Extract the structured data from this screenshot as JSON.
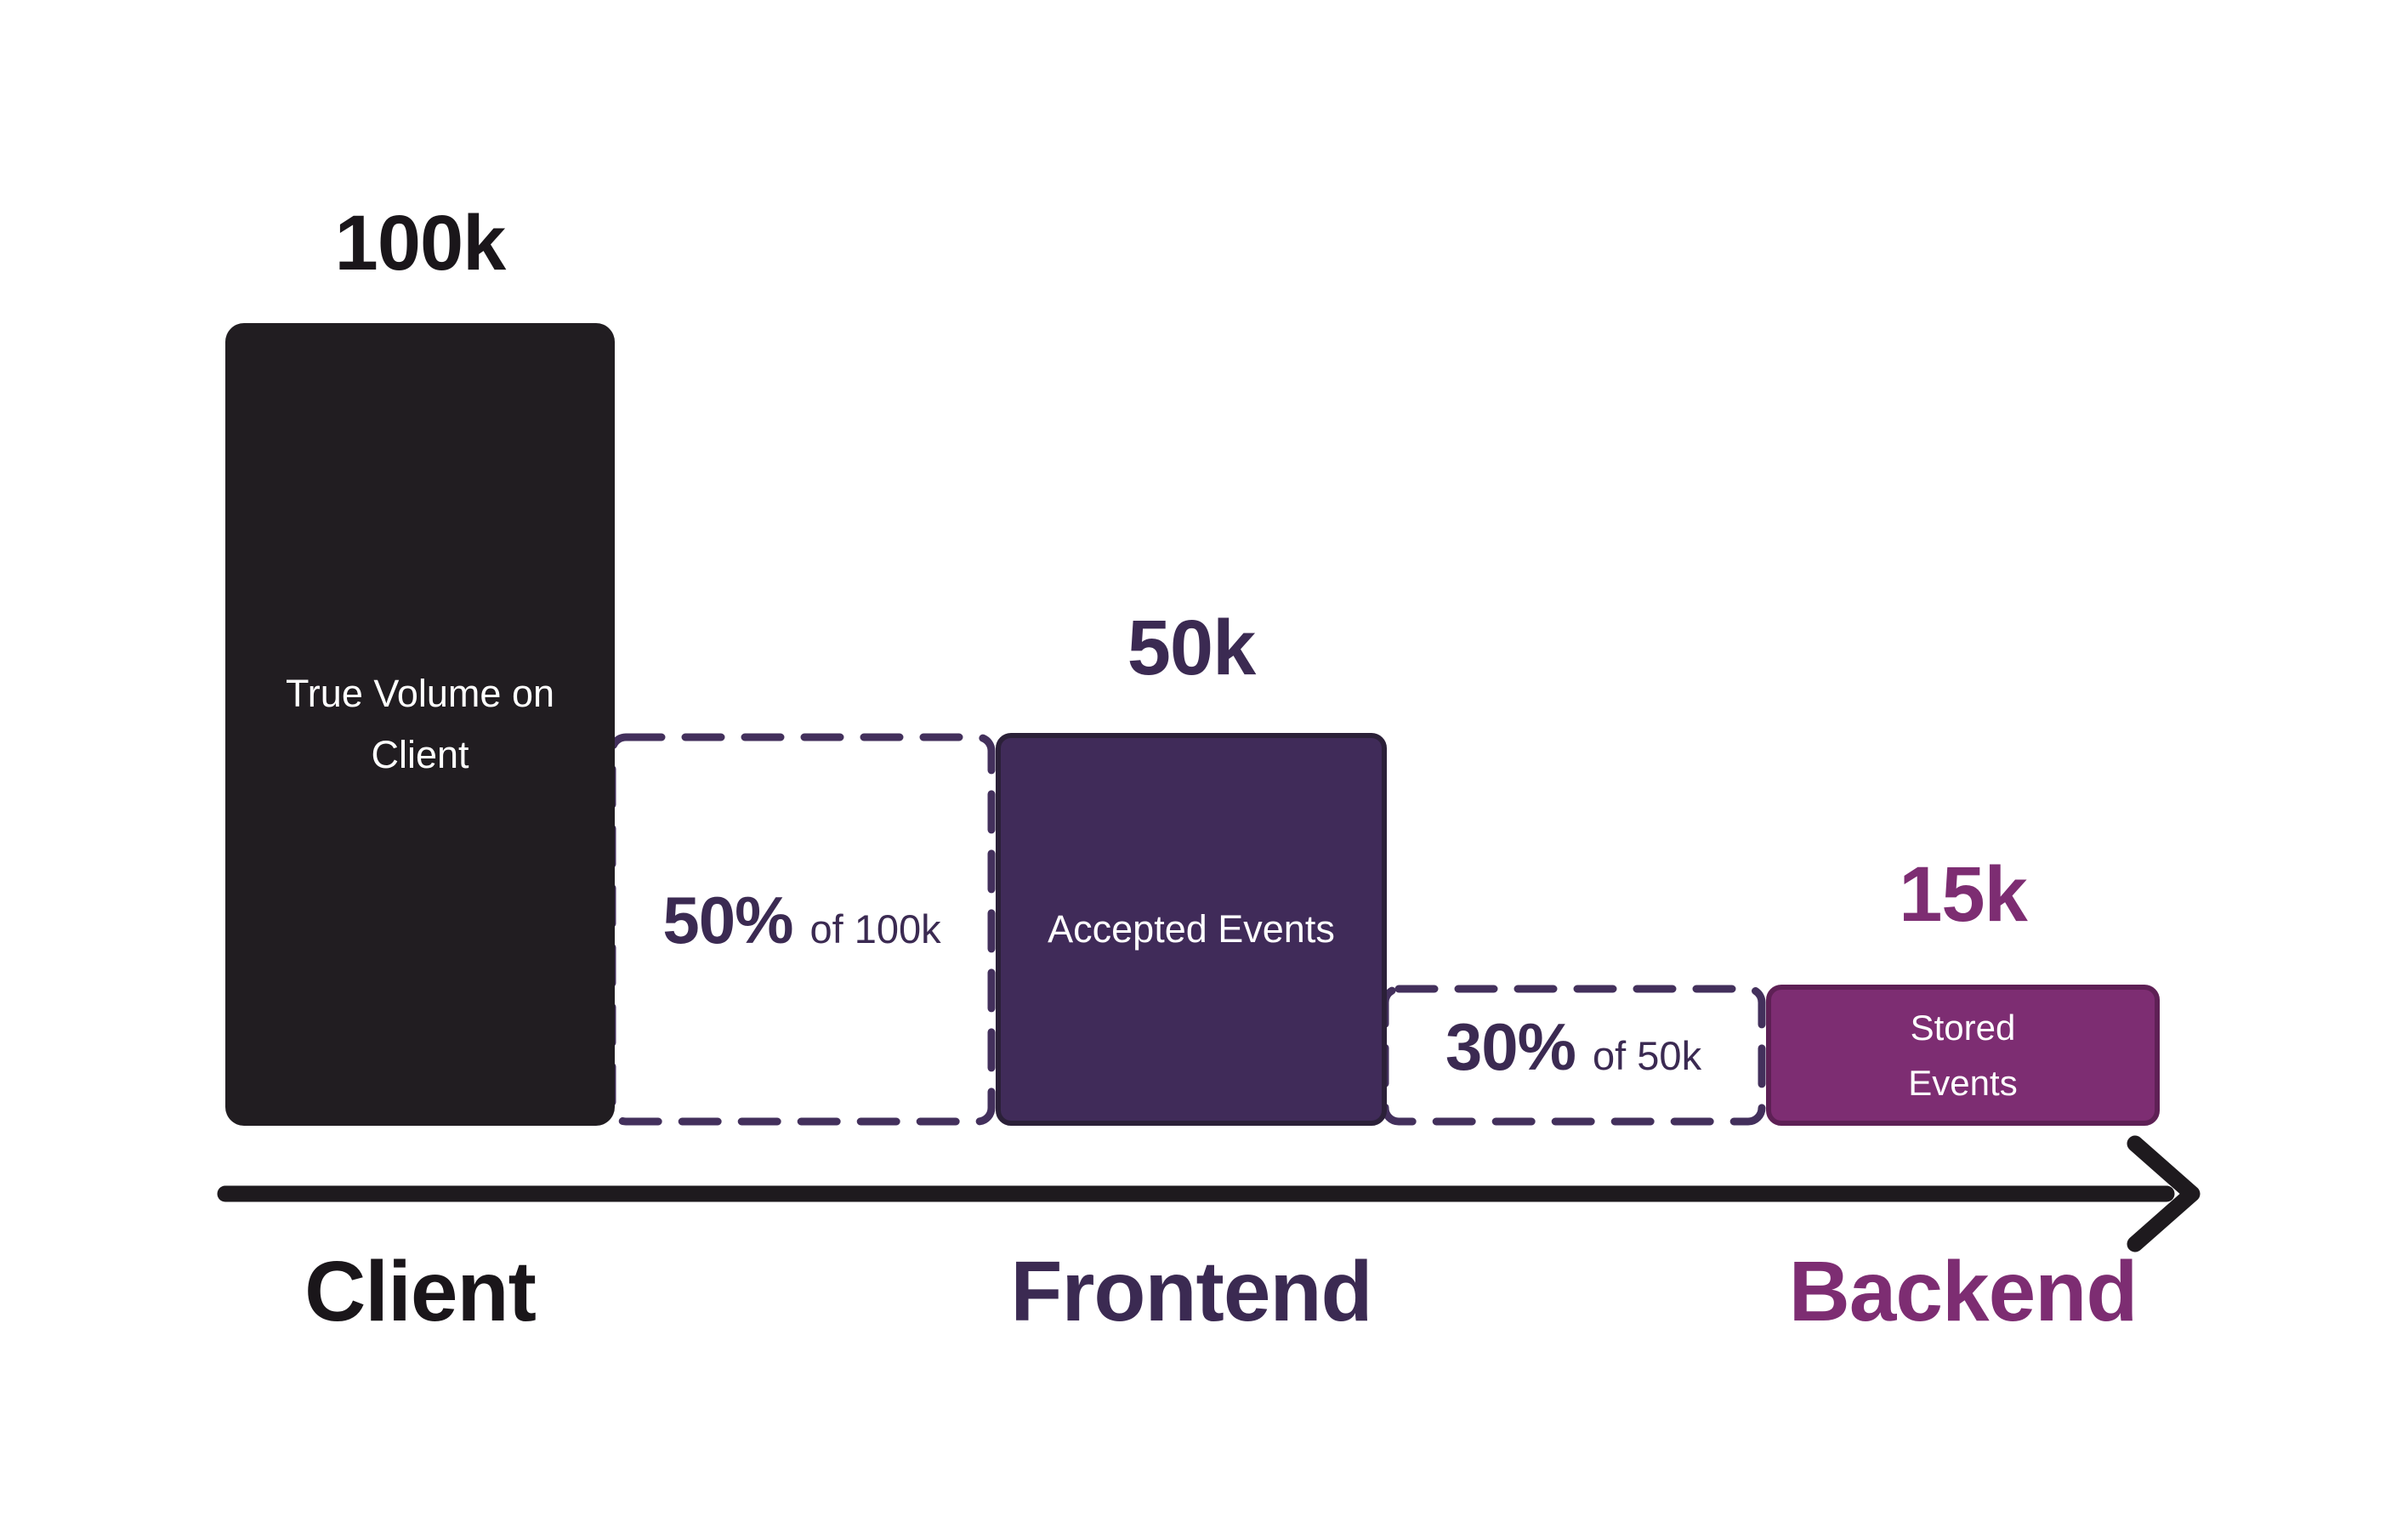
{
  "chart_data": {
    "type": "bar",
    "subtype": "event-volume-funnel",
    "categories": [
      "Client",
      "Frontend",
      "Backend"
    ],
    "series": [
      {
        "name": "Events",
        "values": [
          100000,
          50000,
          15000
        ]
      }
    ],
    "value_labels": [
      "100k",
      "50k",
      "15k"
    ],
    "bar_labels": [
      "True Volume on Client",
      "Accepted Events",
      "Stored Events"
    ],
    "drop_annotations": [
      {
        "percent": "50%",
        "of_text": "of 100k",
        "between": [
          "Client",
          "Frontend"
        ]
      },
      {
        "percent": "30%",
        "of_text": "of 50k",
        "between": [
          "Frontend",
          "Backend"
        ]
      }
    ],
    "title": "",
    "xlabel": "",
    "ylabel": "",
    "grid": false,
    "legend": false,
    "axis_style": "horizontal black arrow along the bottom"
  },
  "stages": {
    "client": {
      "value_label": "100k",
      "bar_label": "True Volume on Client",
      "axis_label": "Client"
    },
    "frontend": {
      "value_label": "50k",
      "bar_label": "Accepted Events",
      "axis_label": "Frontend"
    },
    "backend": {
      "value_label": "15k",
      "bar_label": "Stored Events",
      "axis_label": "Backend"
    }
  },
  "drops": {
    "first": {
      "percent": "50%",
      "suffix": "of 100k"
    },
    "second": {
      "percent": "30%",
      "suffix": "of 50k"
    }
  },
  "colors": {
    "background": "#ffffff",
    "client_bar_fill": "#211d21",
    "client_text": "#1a161a",
    "frontend_bar_fill": "#402b59",
    "frontend_bar_border": "#2b2038",
    "frontend_text": "#3b2a52",
    "dashed_border": "#43305c",
    "backend_bar_fill": "#7d2d72",
    "backend_bar_border": "#5e2055",
    "backend_text": "#7d2d72",
    "bar_inner_text": "#ffffff",
    "arrow": "#1e1a1e"
  }
}
